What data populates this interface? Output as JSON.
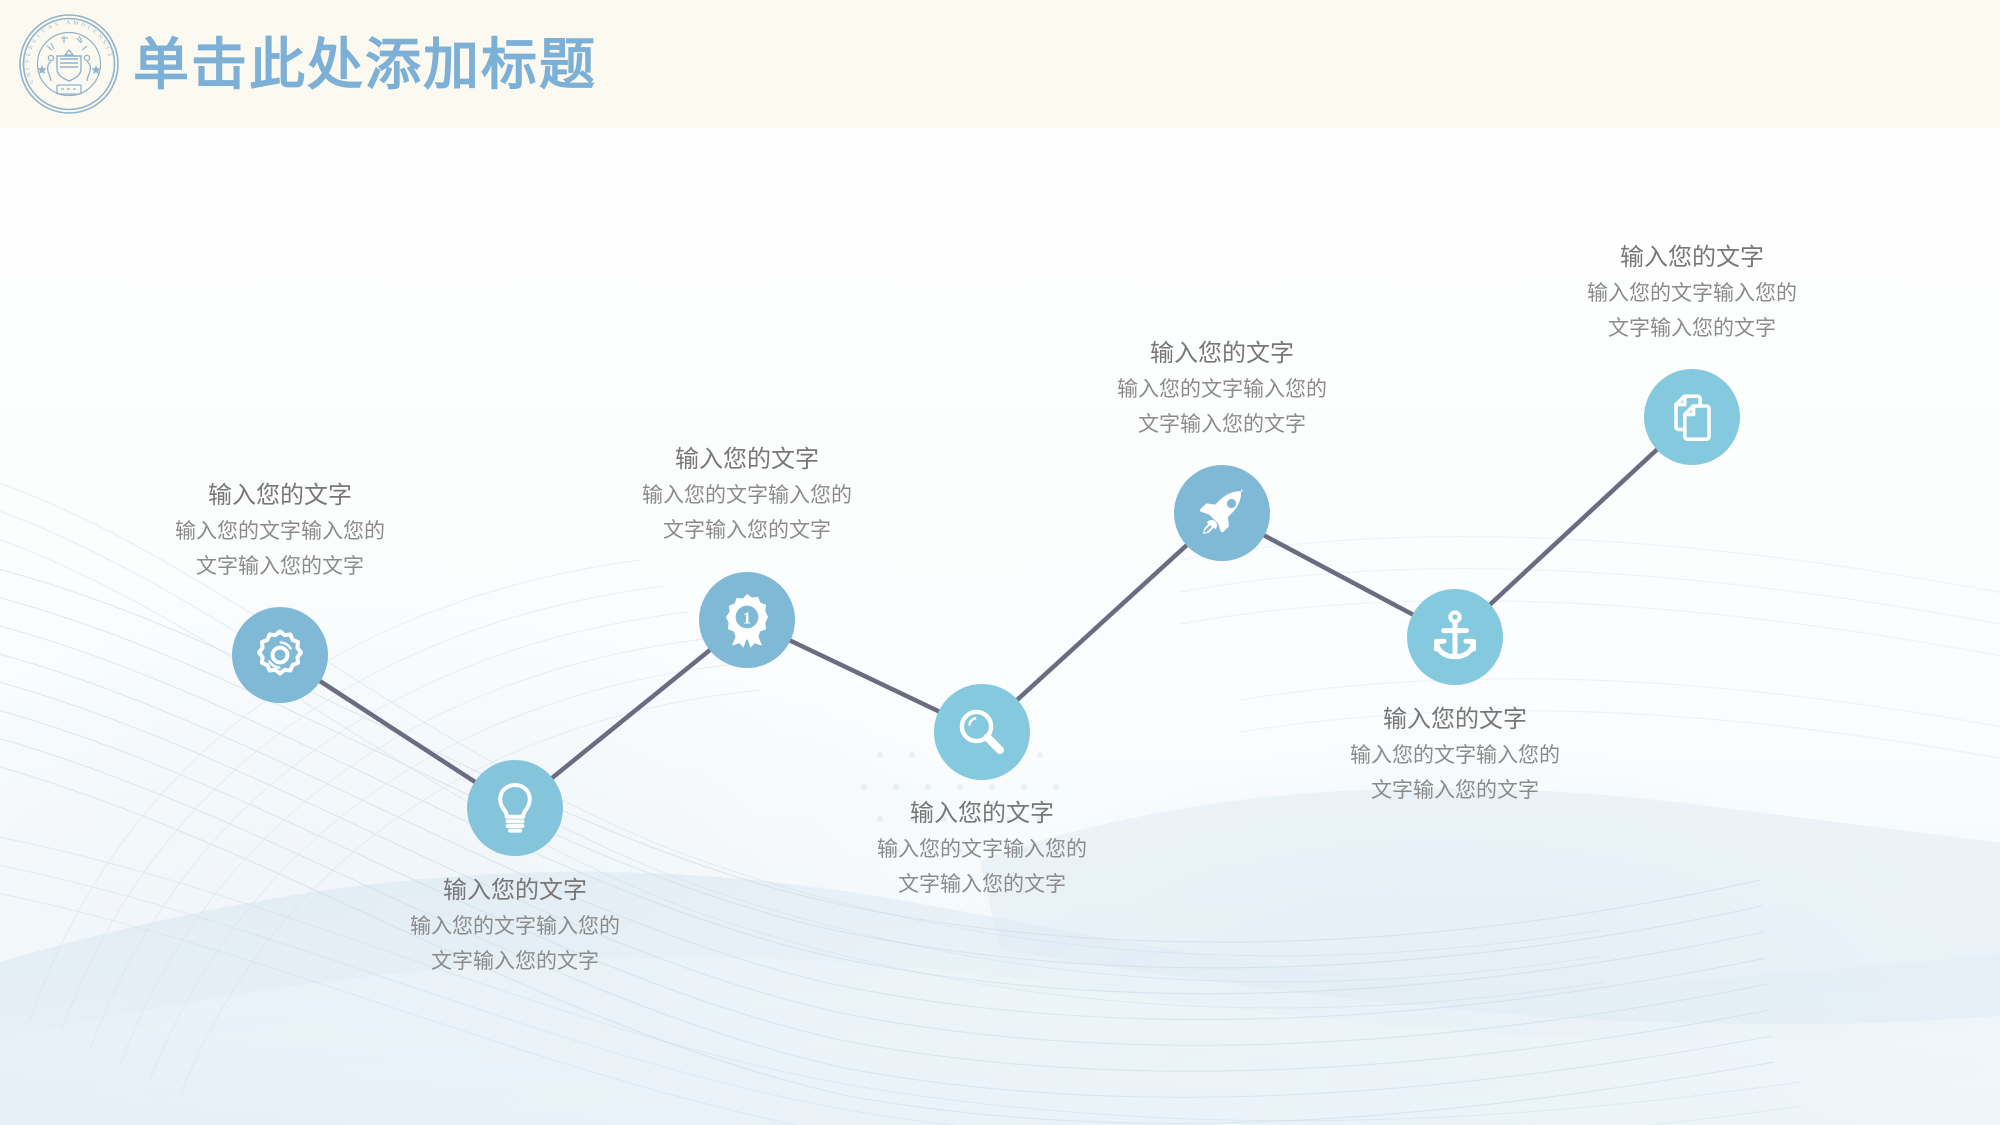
{
  "header": {
    "title": "单击此处添加标题",
    "title_color": "#7cb0d6",
    "bar_color": "#fcfaf0",
    "logo_name": "university-seal-logo",
    "logo_inscription": "UNIVERSITAS AMOIENSIS"
  },
  "theme": {
    "node_fill": "#7fb9d6",
    "node_fill_alt": "#89ccdd",
    "connector_color": "#6b6b82",
    "text_color": "#7b7b7b",
    "background": "#ffffff"
  },
  "nodes": [
    {
      "id": 1,
      "icon": "gear-icon",
      "title": "输入您的文字",
      "body_line1": "输入您的文字输入您的",
      "body_line2": "文字输入您的文字",
      "label_position": "above",
      "circle_color": "#7fb9d6"
    },
    {
      "id": 2,
      "icon": "lightbulb-icon",
      "title": "输入您的文字",
      "body_line1": "输入您的文字输入您的",
      "body_line2": "文字输入您的文字",
      "label_position": "below",
      "circle_color": "#84c5dc"
    },
    {
      "id": 3,
      "icon": "award-medal-icon",
      "title": "输入您的文字",
      "body_line1": "输入您的文字输入您的",
      "body_line2": "文字输入您的文字",
      "label_position": "above",
      "circle_color": "#7fb9d6"
    },
    {
      "id": 4,
      "icon": "magnifier-icon",
      "title": "输入您的文字",
      "body_line1": "输入您的文字输入您的",
      "body_line2": "文字输入您的文字",
      "label_position": "below",
      "circle_color": "#84c9de"
    },
    {
      "id": 5,
      "icon": "rocket-icon",
      "title": "输入您的文字",
      "body_line1": "输入您的文字输入您的",
      "body_line2": "文字输入您的文字",
      "label_position": "above",
      "circle_color": "#7fb9d6"
    },
    {
      "id": 6,
      "icon": "anchor-icon",
      "title": "输入您的文字",
      "body_line1": "输入您的文字输入您的",
      "body_line2": "文字输入您的文字",
      "label_position": "below",
      "circle_color": "#84c9de"
    },
    {
      "id": 7,
      "icon": "documents-copy-icon",
      "title": "输入您的文字",
      "body_line1": "输入您的文字输入您的",
      "body_line2": "文字输入您的文字",
      "label_position": "above",
      "circle_color": "#84c9de"
    }
  ]
}
